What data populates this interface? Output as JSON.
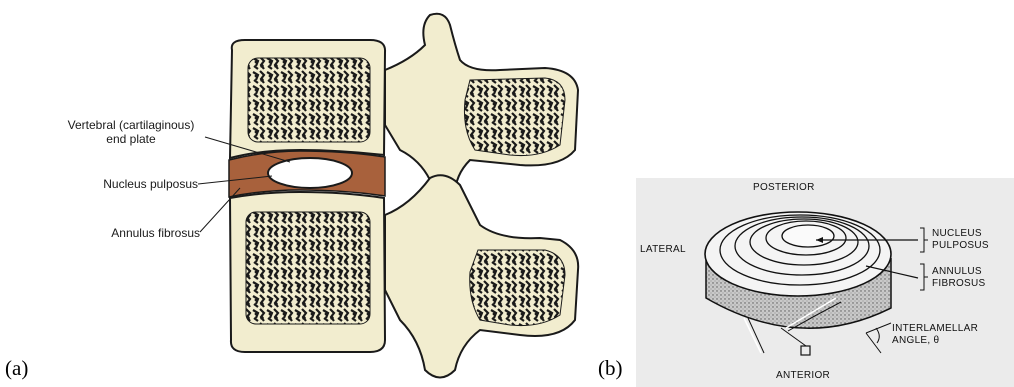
{
  "panel_a": {
    "tag": "(a)",
    "labels": {
      "end_plate_line1": "Vertebral (cartilaginous)",
      "end_plate_line2": "end plate",
      "nucleus": "Nucleus pulposus",
      "annulus": "Annulus fibrosus"
    }
  },
  "panel_b": {
    "tag": "(b)",
    "labels": {
      "posterior": "POSTERIOR",
      "lateral": "LATERAL",
      "nucleus_line1": "NUCLEUS",
      "nucleus_line2": "PULPOSUS",
      "annulus_line1": "ANNULUS",
      "annulus_line2": "FIBROSUS",
      "angle_line1": "INTERLAMELLAR",
      "angle_line2": "ANGLE, θ",
      "anterior": "ANTERIOR"
    }
  },
  "colors": {
    "bone": "#f2edcf",
    "disc": "#a8613c",
    "ink": "#1a1a1a",
    "panel_b_bg": "#ebebeb"
  }
}
